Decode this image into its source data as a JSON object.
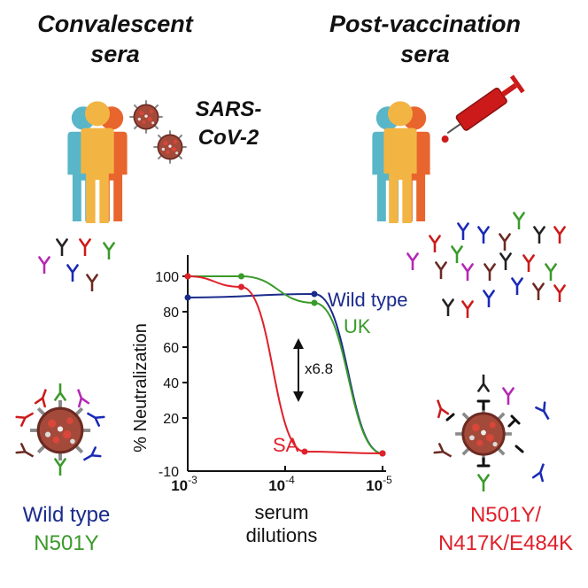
{
  "headings": {
    "left_line1": "Convalescent",
    "left_line2": "sera",
    "right_line1": "Post-vaccination",
    "right_line2": "sera",
    "virus_line1": "SARS-",
    "virus_line2": "CoV-2"
  },
  "captions": {
    "left_line1": "Wild type",
    "left_line2": "N501Y",
    "right_line1": "N501Y/",
    "right_line2": "N417K/E484K"
  },
  "colors": {
    "blue": "#1a2a8c",
    "green": "#3a9a2a",
    "red": "#e0202a",
    "person_teal": "#58b6c8",
    "person_gold": "#f2b544",
    "person_orange": "#e8652e",
    "syringe_red": "#cc1a1a"
  },
  "chart_data": {
    "type": "line",
    "ylabel": "% Neutralization",
    "xlabel_line1": "serum",
    "xlabel_line2": "dilutions",
    "y_ticks": [
      "100",
      "80",
      "60",
      "40",
      "20",
      "-10"
    ],
    "y_tick_values": [
      100,
      80,
      60,
      40,
      20,
      -10
    ],
    "x_ticks": [
      {
        "base": "10",
        "exp": "-3"
      },
      {
        "base": "10",
        "exp": "-4"
      },
      {
        "base": "10",
        "exp": "-5"
      }
    ],
    "x_log_range": [
      -3,
      -5
    ],
    "ylim": [
      -10,
      110
    ],
    "fold_annotation": "x6.8",
    "series": [
      {
        "name": "Wild type",
        "color": "#1a2a8c",
        "x": [
          -3,
          -4.3,
          -5
        ],
        "y": [
          88,
          90,
          0
        ]
      },
      {
        "name": "UK",
        "color": "#3a9a2a",
        "x": [
          -3,
          -3.55,
          -4.3,
          -5
        ],
        "y": [
          100,
          100,
          85,
          0
        ]
      },
      {
        "name": "SA",
        "color": "#e0202a",
        "x": [
          -3,
          -3.55,
          -4.2,
          -5
        ],
        "y": [
          100,
          94,
          1,
          0
        ]
      }
    ]
  }
}
